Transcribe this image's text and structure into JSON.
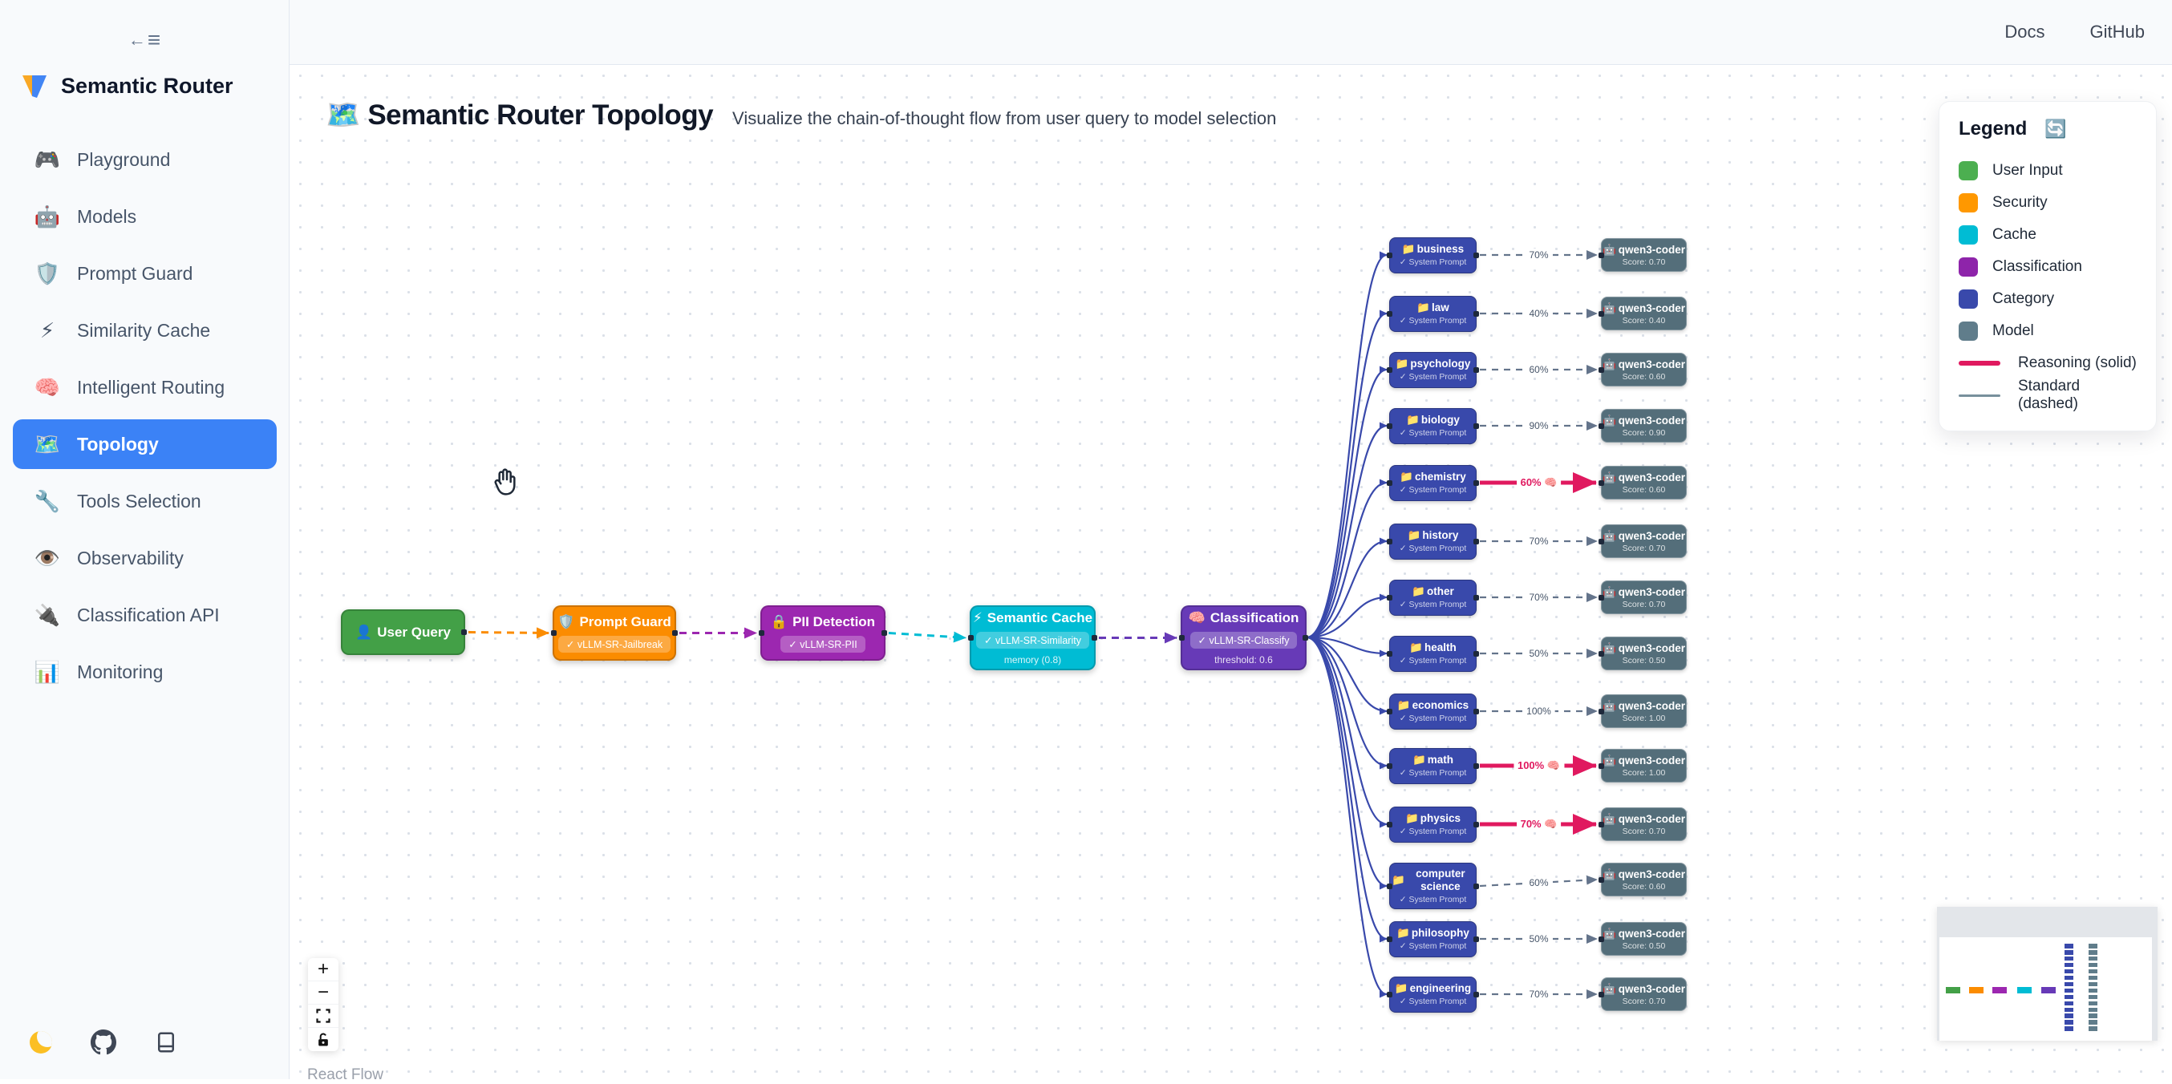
{
  "app": {
    "brand": "Semantic Router"
  },
  "topbar": {
    "links": [
      {
        "label": "Docs"
      },
      {
        "label": "GitHub"
      }
    ]
  },
  "sidebar": {
    "items": [
      {
        "icon": "🎮",
        "label": "Playground",
        "active": false
      },
      {
        "icon": "🤖",
        "label": "Models",
        "active": false
      },
      {
        "icon": "🛡️",
        "label": "Prompt Guard",
        "active": false
      },
      {
        "icon": "⚡",
        "label": "Similarity Cache",
        "active": false
      },
      {
        "icon": "🧠",
        "label": "Intelligent Routing",
        "active": false
      },
      {
        "icon": "🗺️",
        "label": "Topology",
        "active": true
      },
      {
        "icon": "🔧",
        "label": "Tools Selection",
        "active": false
      },
      {
        "icon": "👁️",
        "label": "Observability",
        "active": false
      },
      {
        "icon": "🔌",
        "label": "Classification API",
        "active": false
      },
      {
        "icon": "📊",
        "label": "Monitoring",
        "active": false
      }
    ],
    "footer": {
      "theme_glyph": "🌙"
    }
  },
  "page": {
    "title_icon": "🗺️",
    "title": "Semantic Router Topology",
    "subtitle": "Visualize the chain-of-thought flow from user query to model selection"
  },
  "legend": {
    "title": "Legend",
    "refresh_icon": "🔄",
    "items": [
      {
        "label": "User Input",
        "color": "#4caf50"
      },
      {
        "label": "Security",
        "color": "#ff9800"
      },
      {
        "label": "Cache",
        "color": "#00bcd4"
      },
      {
        "label": "Classification",
        "color": "#8e24aa"
      },
      {
        "label": "Category",
        "color": "#3949ab"
      },
      {
        "label": "Model",
        "color": "#607d8b"
      }
    ],
    "lines": [
      {
        "label": "Reasoning (solid)",
        "color": "#e0195f",
        "style": "solid"
      },
      {
        "label": "Standard (dashed)",
        "color": "#78909c",
        "style": "dashed"
      }
    ]
  },
  "pipeline": {
    "nodes": [
      {
        "icon": "👤",
        "label": "User Query",
        "badge": "",
        "sub": "",
        "color": "#43a047"
      },
      {
        "icon": "🛡️",
        "label": "Prompt Guard",
        "badge": "✓ vLLM-SR-Jailbreak",
        "sub": "",
        "color": "#fb8c00"
      },
      {
        "icon": "🔒",
        "label": "PII Detection",
        "badge": "✓ vLLM-SR-PII",
        "sub": "",
        "color": "#9c27b0"
      },
      {
        "icon": "⚡",
        "label": "Semantic Cache",
        "badge": "✓ vLLM-SR-Similarity",
        "sub": "memory (0.8)",
        "color": "#00bcd4"
      },
      {
        "icon": "🧠",
        "label": "Classification",
        "badge": "✓ vLLM-SR-Classify",
        "sub": "threshold: 0.6",
        "color": "#673ab7"
      }
    ],
    "edge_colors": [
      "#fb8c00",
      "#9c27b0",
      "#00bcd4",
      "#673ab7"
    ]
  },
  "routing": {
    "category_icon": "📁",
    "category_sub": "✓ System Prompt",
    "category_color": "#3949ab",
    "model_icon": "🤖",
    "model_name": "qwen3-coder",
    "model_color": "#546e7a",
    "standard_edge_color": "#64748b",
    "reasoning_edge_color": "#e0195f",
    "fan_edge_color": "#3949ab",
    "routes": [
      {
        "category": "business",
        "edge_label": "70%",
        "score": "Score: 0.70",
        "reasoning": false
      },
      {
        "category": "law",
        "edge_label": "40%",
        "score": "Score: 0.40",
        "reasoning": false
      },
      {
        "category": "psychology",
        "edge_label": "60%",
        "score": "Score: 0.60",
        "reasoning": false
      },
      {
        "category": "biology",
        "edge_label": "90%",
        "score": "Score: 0.90",
        "reasoning": false
      },
      {
        "category": "chemistry",
        "edge_label": "60% 🧠",
        "score": "Score: 0.60",
        "reasoning": true
      },
      {
        "category": "history",
        "edge_label": "70%",
        "score": "Score: 0.70",
        "reasoning": false
      },
      {
        "category": "other",
        "edge_label": "70%",
        "score": "Score: 0.70",
        "reasoning": false
      },
      {
        "category": "health",
        "edge_label": "50%",
        "score": "Score: 0.50",
        "reasoning": false
      },
      {
        "category": "economics",
        "edge_label": "100%",
        "score": "Score: 1.00",
        "reasoning": false
      },
      {
        "category": "math",
        "edge_label": "100% 🧠",
        "score": "Score: 1.00",
        "reasoning": true
      },
      {
        "category": "physics",
        "edge_label": "70% 🧠",
        "score": "Score: 0.70",
        "reasoning": true
      },
      {
        "category": "computer science",
        "edge_label": "60%",
        "score": "Score: 0.60",
        "reasoning": false
      },
      {
        "category": "philosophy",
        "edge_label": "50%",
        "score": "Score: 0.50",
        "reasoning": false
      },
      {
        "category": "engineering",
        "edge_label": "70%",
        "score": "Score: 0.70",
        "reasoning": false
      }
    ]
  },
  "controls": {
    "zoom_in": "+",
    "zoom_out": "−"
  },
  "attribution": "React Flow"
}
